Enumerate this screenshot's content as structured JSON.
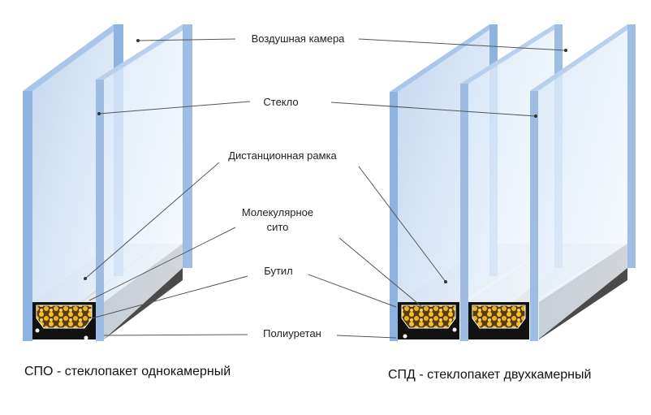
{
  "labels": {
    "air_chamber": "Воздушная камера",
    "glass": "Стекло",
    "spacer_frame": "Дистанционная рамка",
    "molecular_sieve_line1": "Молекулярное",
    "molecular_sieve_line2": "сито",
    "butyl": "Бутил",
    "polyurethane": "Полиуретан"
  },
  "captions": {
    "single_chamber": "СПО - стеклопакет однокамерный",
    "double_chamber": "СПД - стеклопакет двухкамерный"
  },
  "colors": {
    "glass_edge": "#8fb3e0",
    "glass_face": "#dce9f7",
    "spacer_dark": "#4a4a4a",
    "desiccant": "#f2c028"
  }
}
